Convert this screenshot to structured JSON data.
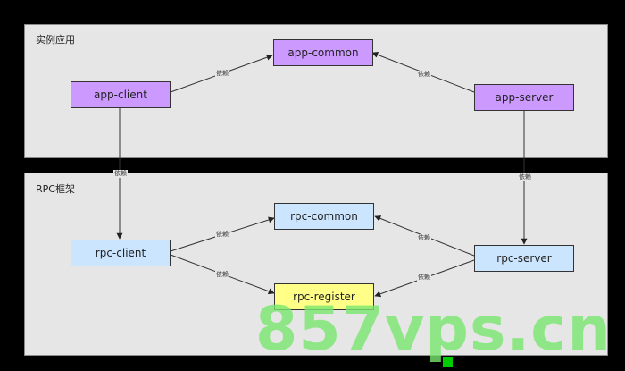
{
  "panels": {
    "app": {
      "label": "实例应用"
    },
    "rpc": {
      "label": "RPC框架"
    }
  },
  "nodes": {
    "app_common": "app-common",
    "app_client": "app-client",
    "app_server": "app-server",
    "rpc_common": "rpc-common",
    "rpc_client": "rpc-client",
    "rpc_server": "rpc-server",
    "rpc_register": "rpc-register"
  },
  "edge_label": "依赖",
  "watermark": "857vps.cn",
  "colors": {
    "app_node": "#cc99ff",
    "rpc_node": "#cce5ff",
    "register_node": "#ffff88",
    "panel_bg": "#e6e6e6",
    "watermark": "#78e66e"
  }
}
